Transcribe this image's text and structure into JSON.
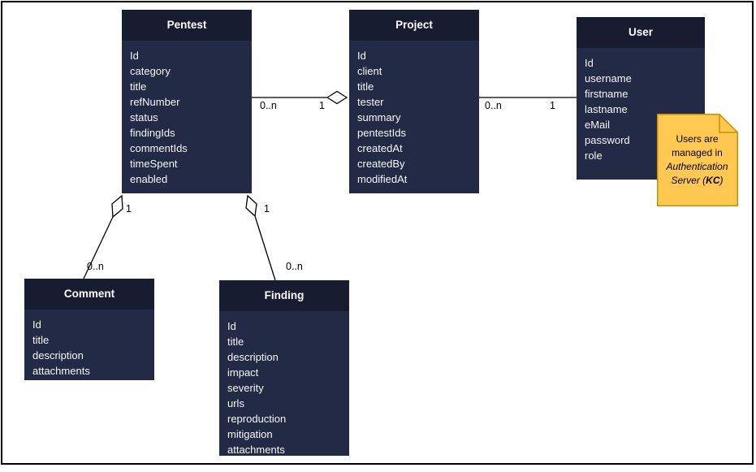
{
  "diagram": {
    "kind": "entity-relationship-class-diagram",
    "colors": {
      "entity_header": "#171C31",
      "entity_body": "#222A45",
      "entity_text": "#FFFFFF",
      "note_fill": "#FFC850",
      "note_border": "#C79100",
      "connector_line": "#000000",
      "canvas_border": "#000000",
      "background": "#FFFFFF"
    },
    "entities": [
      {
        "title": "Pentest",
        "fields": [
          "Id",
          "category",
          "title",
          "refNumber",
          "status",
          "findingIds",
          "commentIds",
          "timeSpent",
          "enabled"
        ]
      },
      {
        "title": "Project",
        "fields": [
          "Id",
          "client",
          "title",
          "tester",
          "summary",
          "pentestIds",
          "createdAt",
          "createdBy",
          "modifiedAt"
        ]
      },
      {
        "title": "User",
        "fields": [
          "Id",
          "username",
          "firstname",
          "lastname",
          "eMail",
          "password",
          "role"
        ]
      },
      {
        "title": "Comment",
        "fields": [
          "Id",
          "title",
          "description",
          "attachments"
        ]
      },
      {
        "title": "Finding",
        "fields": [
          "Id",
          "title",
          "description",
          "impact",
          "severity",
          "urls",
          "reproduction",
          "mitigation",
          "attachments"
        ]
      }
    ],
    "relationships": [
      {
        "source": "Pentest",
        "target": "Project",
        "source_label": "0..n",
        "target_label": "1",
        "type": "aggregation",
        "diamond_at": "Project"
      },
      {
        "source": "Project",
        "target": "User",
        "source_label": "0..n",
        "target_label": "1",
        "type": "association",
        "diamond_at": "none"
      },
      {
        "source": "Pentest",
        "target": "Comment",
        "source_label": "1",
        "target_label": "0..n",
        "type": "aggregation",
        "diamond_at": "Pentest"
      },
      {
        "source": "Pentest",
        "target": "Finding",
        "source_label": "1",
        "target_label": "0..n",
        "type": "aggregation",
        "diamond_at": "Pentest"
      }
    ],
    "note": {
      "line1": "Users are",
      "line2": "managed in",
      "line3": "Authentication",
      "line4_prefix": "Server (",
      "line4_bold": "KC",
      "line4_suffix": ")"
    }
  }
}
